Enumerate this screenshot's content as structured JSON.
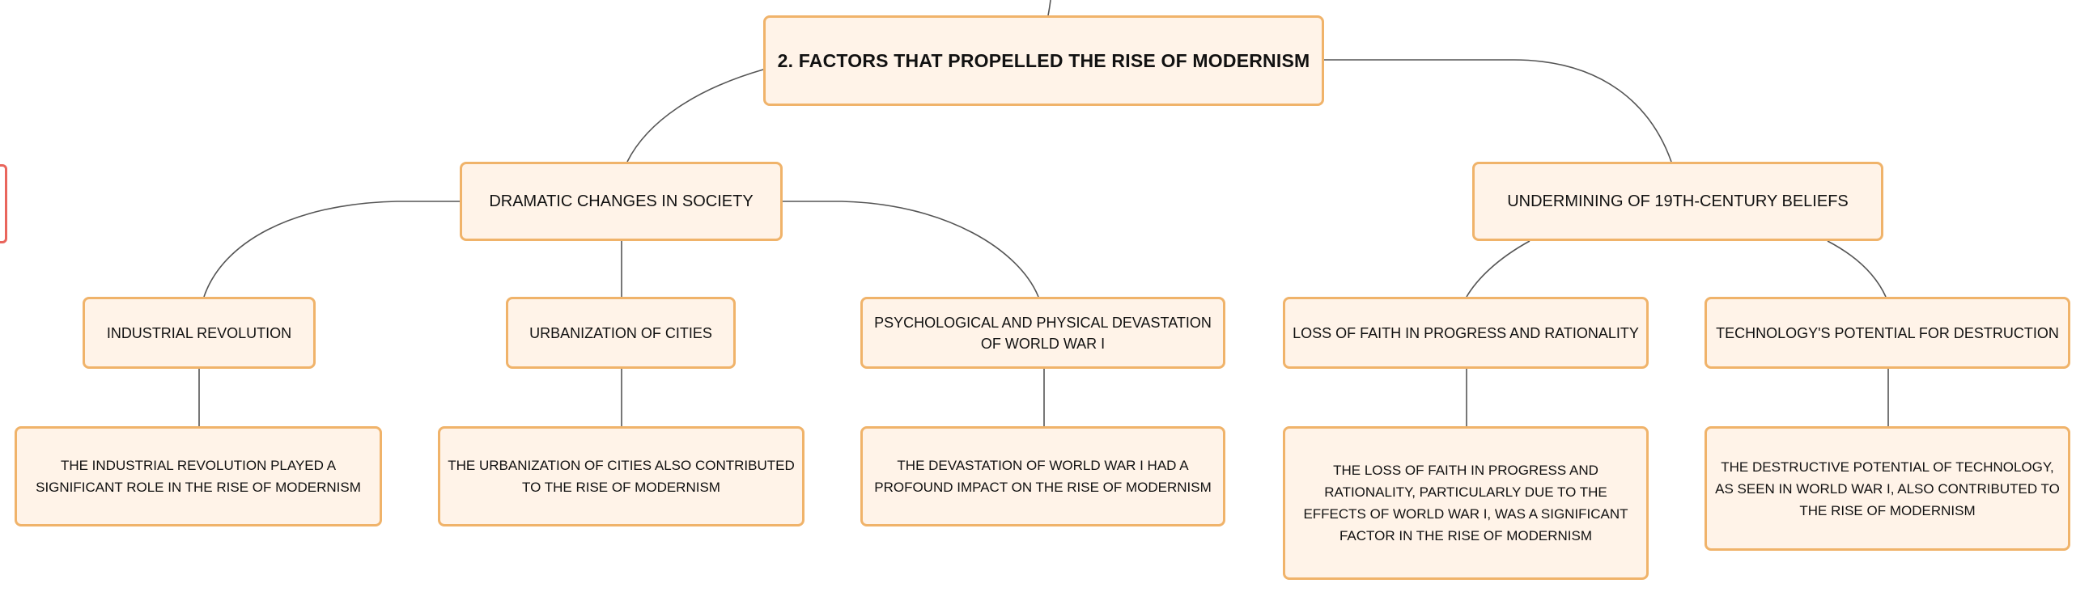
{
  "diagram": {
    "root": {
      "label": "2. FACTORS THAT PROPELLED THE RISE OF MODERNISM"
    },
    "branches": [
      {
        "label": "DRAMATIC CHANGES IN SOCIETY",
        "children": [
          {
            "label": "INDUSTRIAL REVOLUTION",
            "detail": "THE INDUSTRIAL REVOLUTION PLAYED A SIGNIFICANT ROLE IN THE RISE OF MODERNISM"
          },
          {
            "label": "URBANIZATION OF CITIES",
            "detail": "THE URBANIZATION OF CITIES ALSO CONTRIBUTED TO THE RISE OF MODERNISM"
          },
          {
            "label": "PSYCHOLOGICAL AND PHYSICAL DEVASTATION OF WORLD WAR I",
            "detail": "THE DEVASTATION OF WORLD WAR I HAD A PROFOUND IMPACT ON THE RISE OF MODERNISM"
          }
        ]
      },
      {
        "label": "UNDERMINING OF 19TH-CENTURY BELIEFS",
        "children": [
          {
            "label": "LOSS OF FAITH IN PROGRESS AND RATIONALITY",
            "detail": "THE LOSS OF FAITH IN PROGRESS AND RATIONALITY, PARTICULARLY DUE TO THE EFFECTS OF WORLD WAR I, WAS A SIGNIFICANT FACTOR IN THE RISE OF MODERNISM"
          },
          {
            "label": "TECHNOLOGY'S POTENTIAL FOR DESTRUCTION",
            "detail": "THE DESTRUCTIVE POTENTIAL OF TECHNOLOGY, AS SEEN IN WORLD WAR I, ALSO CONTRIBUTED TO THE RISE OF MODERNISM"
          }
        ]
      }
    ]
  },
  "colors": {
    "node_fill": "#fff3e8",
    "node_border": "#f0b36a",
    "connector": "#555555",
    "side_tab_border": "#e9655c"
  }
}
